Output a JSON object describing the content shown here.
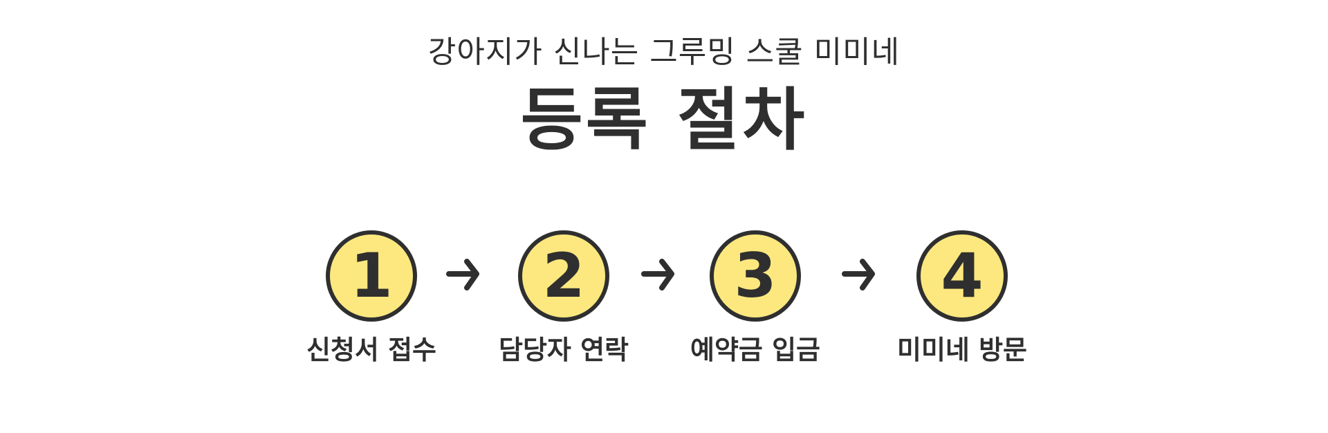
{
  "header": {
    "subtitle": "강아지가 신나는 그루밍 스쿨 미미네",
    "title": "등록 절차"
  },
  "steps": [
    {
      "number": "1",
      "label": "신청서 접수"
    },
    {
      "number": "2",
      "label": "담당자 연락"
    },
    {
      "number": "3",
      "label": "예약금 입금"
    },
    {
      "number": "4",
      "label": "미미네 방문"
    }
  ],
  "colors": {
    "circle_fill": "#fce87f",
    "ink": "#2f2f2f",
    "background": "#ffffff"
  },
  "icons": {
    "arrow": "arrow-right-icon"
  }
}
